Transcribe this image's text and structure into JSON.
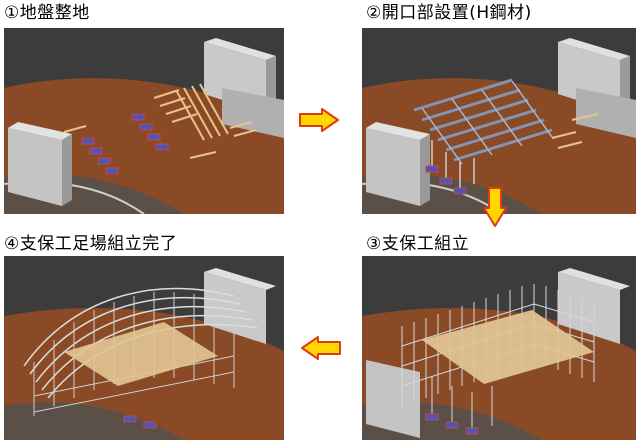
{
  "steps": [
    {
      "number": "①",
      "title": "地盤整地"
    },
    {
      "number": "②",
      "title": "開口部設置(H鋼材)"
    },
    {
      "number": "③",
      "title": "支保工組立"
    },
    {
      "number": "④",
      "title": "支保工足場組立完了"
    }
  ],
  "flow_order": [
    "①",
    "②",
    "③",
    "④"
  ],
  "colors": {
    "ground": "#8a4a26",
    "ground_dark": "#5b4a3e",
    "background": "#3c3c3c",
    "concrete": "#b9b9b9",
    "arrow_fill": "#ffd700",
    "arrow_outline": "#e23a12",
    "h_steel": "#7a8aa8",
    "formwork": "#e2c695",
    "scaffold": "#d9d9d9"
  }
}
